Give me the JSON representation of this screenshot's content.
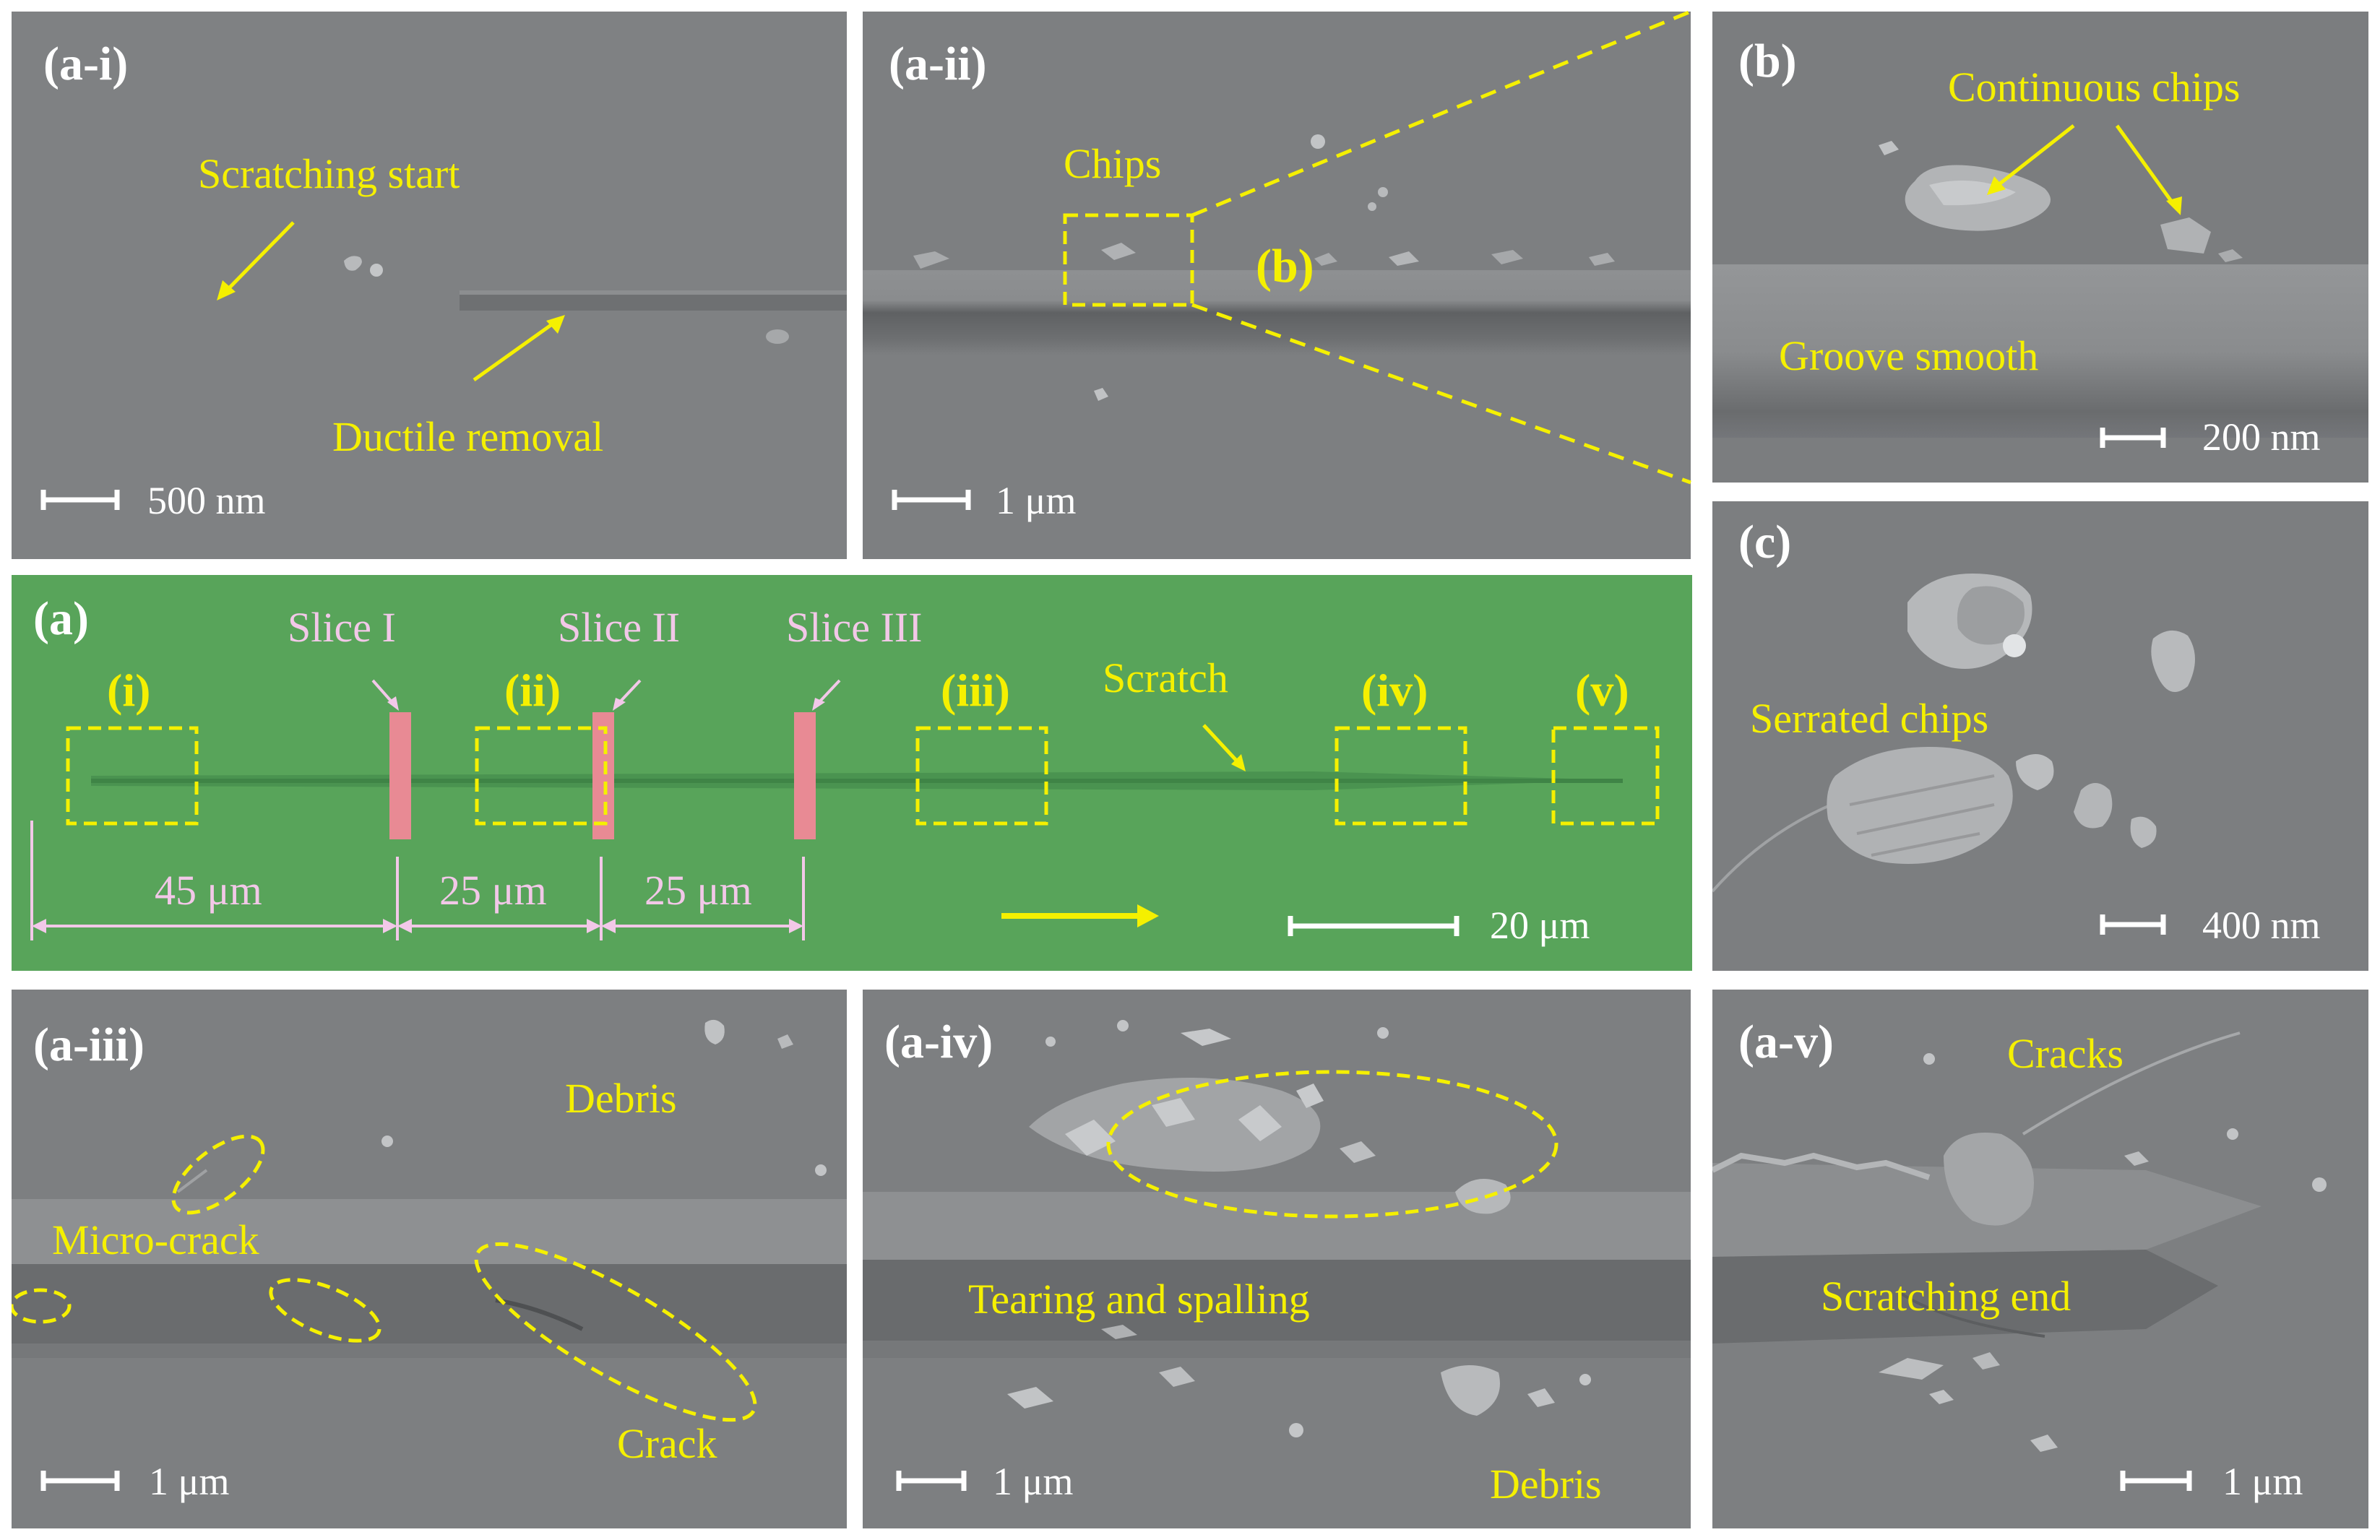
{
  "panels": {
    "a_i": {
      "label": "(a-i)",
      "start": "Scratching start",
      "ductile": "Ductile removal",
      "scale": "500 nm"
    },
    "a_ii": {
      "label": "(a-ii)",
      "chips": "Chips",
      "inset": "(b)",
      "scale": "1 μm"
    },
    "b": {
      "label": "(b)",
      "chips": "Continuous chips",
      "groove": "Groove smooth",
      "scale": "200 nm"
    },
    "c": {
      "label": "(c)",
      "chips": "Serrated chips",
      "scale": "400 nm"
    },
    "a": {
      "label": "(a)",
      "slices": [
        "Slice I",
        "Slice II",
        "Slice III"
      ],
      "regions": [
        "(i)",
        "(ii)",
        "(iii)",
        "(iv)",
        "(v)"
      ],
      "scratch": "Scratch",
      "distances": [
        "45 μm",
        "25 μm",
        "25 μm"
      ],
      "scale": "20 μm"
    },
    "a_iii": {
      "label": "(a-iii)",
      "debris": "Debris",
      "microcrack": "Micro-crack",
      "crack": "Crack",
      "scale": "1 μm"
    },
    "a_iv": {
      "label": "(a-iv)",
      "tearing": "Tearing and spalling",
      "debris": "Debris",
      "scale": "1 μm"
    },
    "a_v": {
      "label": "(a-v)",
      "cracks": "Cracks",
      "end": "Scratching end",
      "scale": "1 μm"
    }
  },
  "colors": {
    "annotation": "#f5f000",
    "slice_bar": "#e88a94",
    "green_bg": "#58a45a",
    "sem_gray": "#7d7f81",
    "pink_text": "#f2c8e8"
  }
}
